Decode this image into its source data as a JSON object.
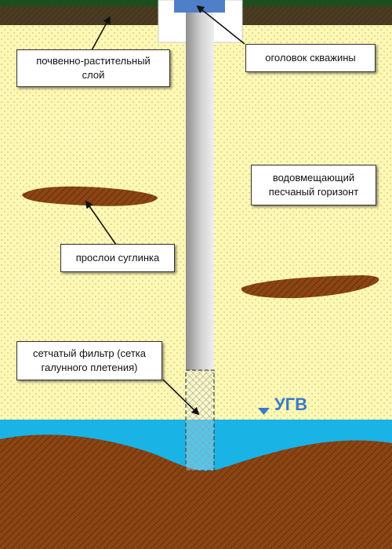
{
  "labels": {
    "soil_layer": "почвенно-растительный\nслой",
    "wellhead": "оголовок скважины",
    "aquifer": "водовмещающий\nпесчаный горизонт",
    "loam_lenses": "прослои суглинка",
    "filter": "сетчатый фильтр (сетка\nгалунного плетения)",
    "groundwater_level": "УГВ"
  },
  "colors": {
    "sand": "#fdf8b4",
    "sand_dots": "#c9c98a",
    "soil_top": "#4a3b22",
    "grass": "#1e4d1e",
    "water": "#1ab3e6",
    "clay": "#8b4513",
    "clay_hatch": "#5a2a0a",
    "pipe_light": "#e6e6e6",
    "pipe_dark": "#8f8f8f",
    "wellhead_cap": "#4f7fc6",
    "ugv_accent": "#3b78c9"
  }
}
